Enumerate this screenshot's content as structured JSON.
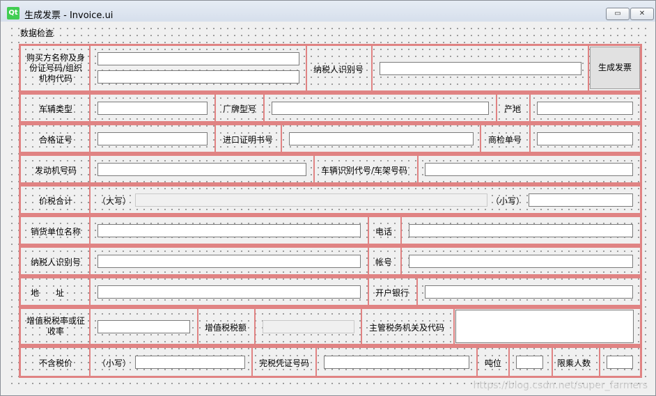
{
  "window": {
    "title": "生成发票 - Invoice.ui",
    "logo": "Qt",
    "minimize_icon": "minimize-icon",
    "close_icon": "close-icon"
  },
  "group_title": "数据检查",
  "labels": {
    "buyer": "购买方名称及身份证号码/组织机构代码",
    "taxpayer_id_top": "纳税人识别号",
    "generate": "生成发票",
    "vehicle_type": "车辆类型",
    "model": "厂牌型号",
    "origin": "产地",
    "cert": "合格证号",
    "import_cert": "进口证明书号",
    "inspection": "商检单号",
    "engine": "发动机号码",
    "vin": "车辆识别代号/车架号码",
    "total": "价税合计",
    "upper": "（大写）",
    "lower": "（小写）",
    "seller": "销货单位名称",
    "phone": "电话",
    "seller_taxid": "纳税人识别号",
    "account": "帐号",
    "address": "地　　址",
    "bank": "开户银行",
    "vat_rate": "增值税税率或征收率",
    "vat_amount": "增值税税额",
    "tax_authority": "主管税务机关及代码",
    "excl_tax": "不含税价",
    "excl_lower": "（小写）",
    "duty_cert": "完税凭证号码",
    "tonnage": "吨位",
    "capacity": "限乘人数"
  },
  "watermark": "https://blog.csdn.net/super_farmers"
}
